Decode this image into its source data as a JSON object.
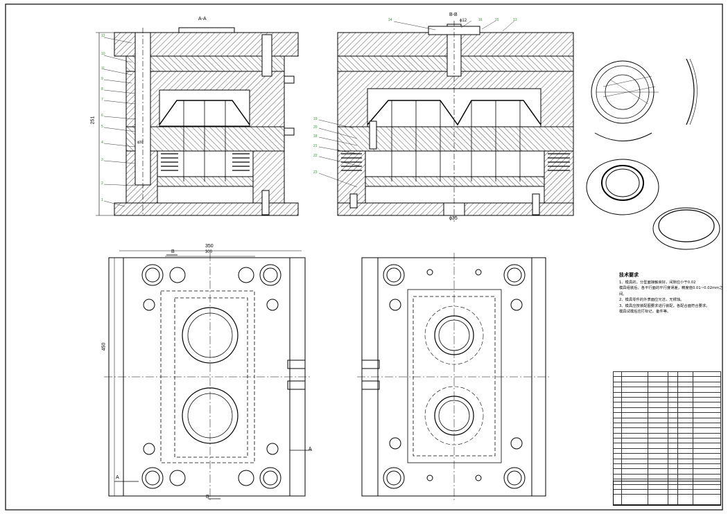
{
  "views": {
    "section_aa": "A-A",
    "section_bb": "B-B",
    "cut_label_a": "A",
    "cut_label_b": "B"
  },
  "dimensions": {
    "height_251": "251",
    "width_350": "350",
    "width_300": "300",
    "height_450": "450",
    "dia_35": "ϕ35",
    "dia_12": "ϕ12",
    "dia_30": "ϕ30"
  },
  "part_numbers_left": [
    "12",
    "10",
    "11",
    "9",
    "8",
    "7",
    "6",
    "5",
    "4",
    "3",
    "2",
    "1"
  ],
  "part_numbers_top": [
    "14",
    "16",
    "15",
    "13"
  ],
  "part_numbers_right": [
    "19",
    "20",
    "18",
    "21",
    "22",
    "23"
  ],
  "technical_requirements": {
    "title": "技术要求",
    "lines": [
      "1、模具的，分型面接触良好，间隙应小于0.02",
      "模具组装后，各平行面的平行度误差，精度值0.01~0.02mm之间。",
      "2、模具零件的外表面应光洁，无锈蚀。",
      "3、模具应按装配图要求进行装配，各配合面符合要求。",
      "模具试模后应打标记，备件等。"
    ]
  },
  "bom_rows": 25,
  "colors": {
    "line": "#000000",
    "hatch": "#333333",
    "annotation": "#2a9a2a"
  }
}
